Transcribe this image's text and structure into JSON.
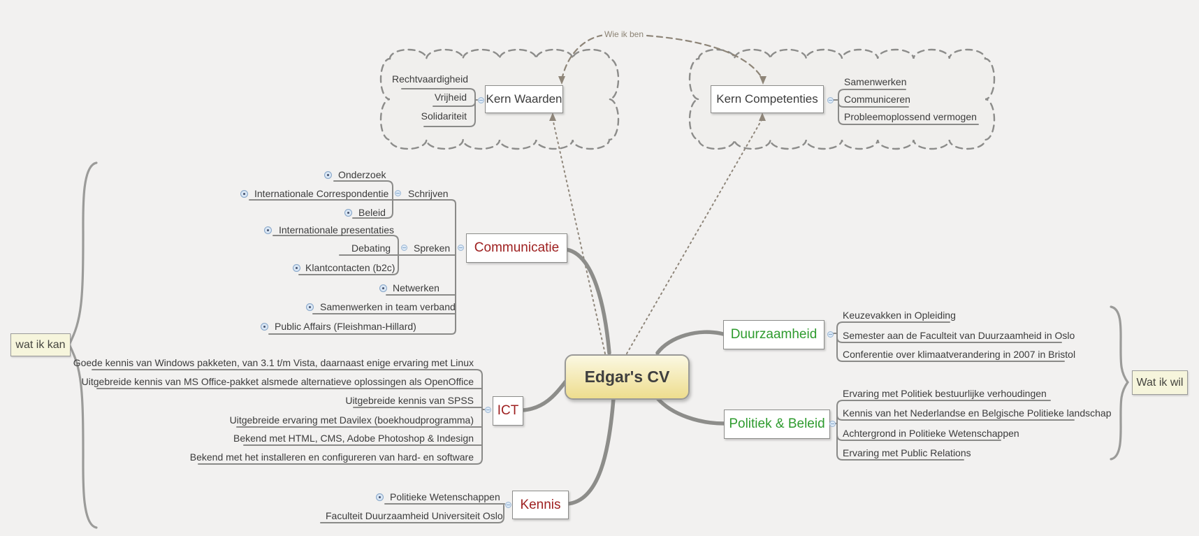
{
  "title": "Edgar's CV",
  "who": {
    "label": "Wie ik ben",
    "kern_waarden": {
      "title": "Kern Waarden",
      "items": [
        "Rechtvaardigheid",
        "Vrijheid",
        "Solidariteit"
      ]
    },
    "kern_competenties": {
      "title": "Kern Competenties",
      "items": [
        "Samenwerken",
        "Communiceren",
        "Probleemoplossend vermogen"
      ]
    }
  },
  "side_labels": {
    "left": "wat ik kan",
    "right": "Wat ik wil"
  },
  "communicatie": {
    "title": "Communicatie",
    "schrijven": {
      "title": "Schrijven",
      "items": [
        "Onderzoek",
        "Internationale Correspondentie",
        "Beleid"
      ]
    },
    "spreken": {
      "title": "Spreken",
      "items": [
        "Internationale presentaties",
        "Debating",
        "Klantcontacten (b2c)"
      ]
    },
    "items": [
      "Netwerken",
      "Samenwerken in team verband",
      "Public Affairs (Fleishman-Hillard)"
    ]
  },
  "ict": {
    "title": "ICT",
    "items": [
      "Goede kennis van Windows pakketen, van 3.1 t/m Vista, daarnaast enige ervaring met Linux",
      "Uitgebreide kennis van MS Office-pakket alsmede alternatieve oplossingen als OpenOffice",
      "Uitgebreide kennis van SPSS",
      "Uitgebreide ervaring met Davilex (boekhoudprogramma)",
      "Bekend met HTML, CMS, Adobe Photoshop & Indesign",
      "Bekend met het installeren en configureren van hard- en software"
    ]
  },
  "kennis": {
    "title": "Kennis",
    "items": [
      "Politieke Wetenschappen",
      "Faculteit Duurzaamheid Universiteit Oslo"
    ]
  },
  "duurzaamheid": {
    "title": "Duurzaamheid",
    "items": [
      "Keuzevakken in Opleiding",
      "Semester aan de Faculteit van Duurzaamheid in Oslo",
      "Conferentie over klimaatverandering in 2007 in Bristol"
    ]
  },
  "politiek": {
    "title": "Politiek & Beleid",
    "items": [
      "Ervaring met Politiek bestuurlijke verhoudingen",
      "Kennis van het Nederlandse en Belgische Politieke landschap",
      "Achtergrond in Politieke Wetenschappen",
      "Ervaring met Public Relations"
    ]
  },
  "colors": {
    "left_branch_text": "#9e2020",
    "right_branch_text": "#2e9b2e",
    "connector": "#8a8a88",
    "center_fill_top": "#fbf8e2",
    "center_fill_bottom": "#eedd8e",
    "cloud_stroke": "#8c8c8a",
    "relation_line": "#8e8578",
    "control_blue": "#9ab6d4"
  }
}
